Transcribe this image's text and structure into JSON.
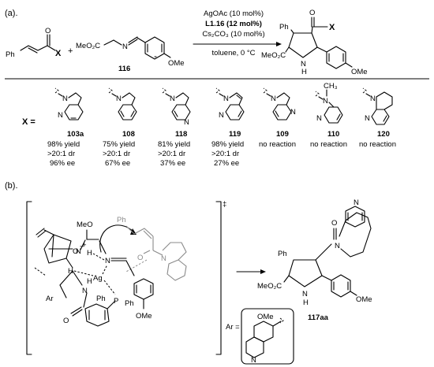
{
  "scheme_a": {
    "panel_label": "(a).",
    "reactant_X": "X",
    "imine_ester": "MeO₂C",
    "imine_N": "N",
    "imine_OMe": "OMe",
    "imine_number": "116",
    "ph": "Ph",
    "conditions": [
      "AgOAc (10 mol%)",
      "L1.16 (12 mol%)",
      "Cs₂CO₃ (10 mol%)",
      "toluene, 0 °C"
    ],
    "product_ester": "MeO₂C",
    "product_NH": "N",
    "product_H": "H",
    "product_X": "X",
    "product_OMe": "OMe",
    "x_equals": "X =",
    "substituents": [
      {
        "id": "103a",
        "result": [
          "98% yield",
          ">20:1 dr",
          "96% ee"
        ]
      },
      {
        "id": "108",
        "result": [
          "75% yield",
          ">20:1 dr",
          "67% ee"
        ]
      },
      {
        "id": "118",
        "result": [
          "81% yield",
          ">20:1 dr",
          "37% ee"
        ]
      },
      {
        "id": "119",
        "result": [
          "98% yield",
          ">20:1 dr",
          "27% ee"
        ]
      },
      {
        "id": "109",
        "result": [
          "no reaction"
        ]
      },
      {
        "id": "110",
        "result": [
          "no reaction"
        ]
      },
      {
        "id": "120",
        "result": [
          "no reaction"
        ]
      }
    ],
    "ch3": "CH₃",
    "atom_N": "N"
  },
  "scheme_b": {
    "panel_label": "(b).",
    "dagger": "‡",
    "ts_labels": {
      "meo": "MeO",
      "o_minus": "O",
      "n": "N",
      "h": "H",
      "nplus": "N",
      "ag": "Ag",
      "o": "O",
      "n_grey": "N",
      "ph_top": "Ph",
      "ar": "Ar",
      "n_amide": "N",
      "p": "P",
      "ph_a": "Ph",
      "ph_b": "Ph",
      "ome": "OMe",
      "o_amide": "O"
    },
    "ar_eq": "Ar =",
    "ar_ome": "OMe",
    "ar_n": "N",
    "product_label": "117aa",
    "product": {
      "ph": "Ph",
      "ester": "MeO₂C",
      "nh": "N",
      "h": "H",
      "ome": "OMe",
      "o": "O",
      "n": "N"
    }
  }
}
